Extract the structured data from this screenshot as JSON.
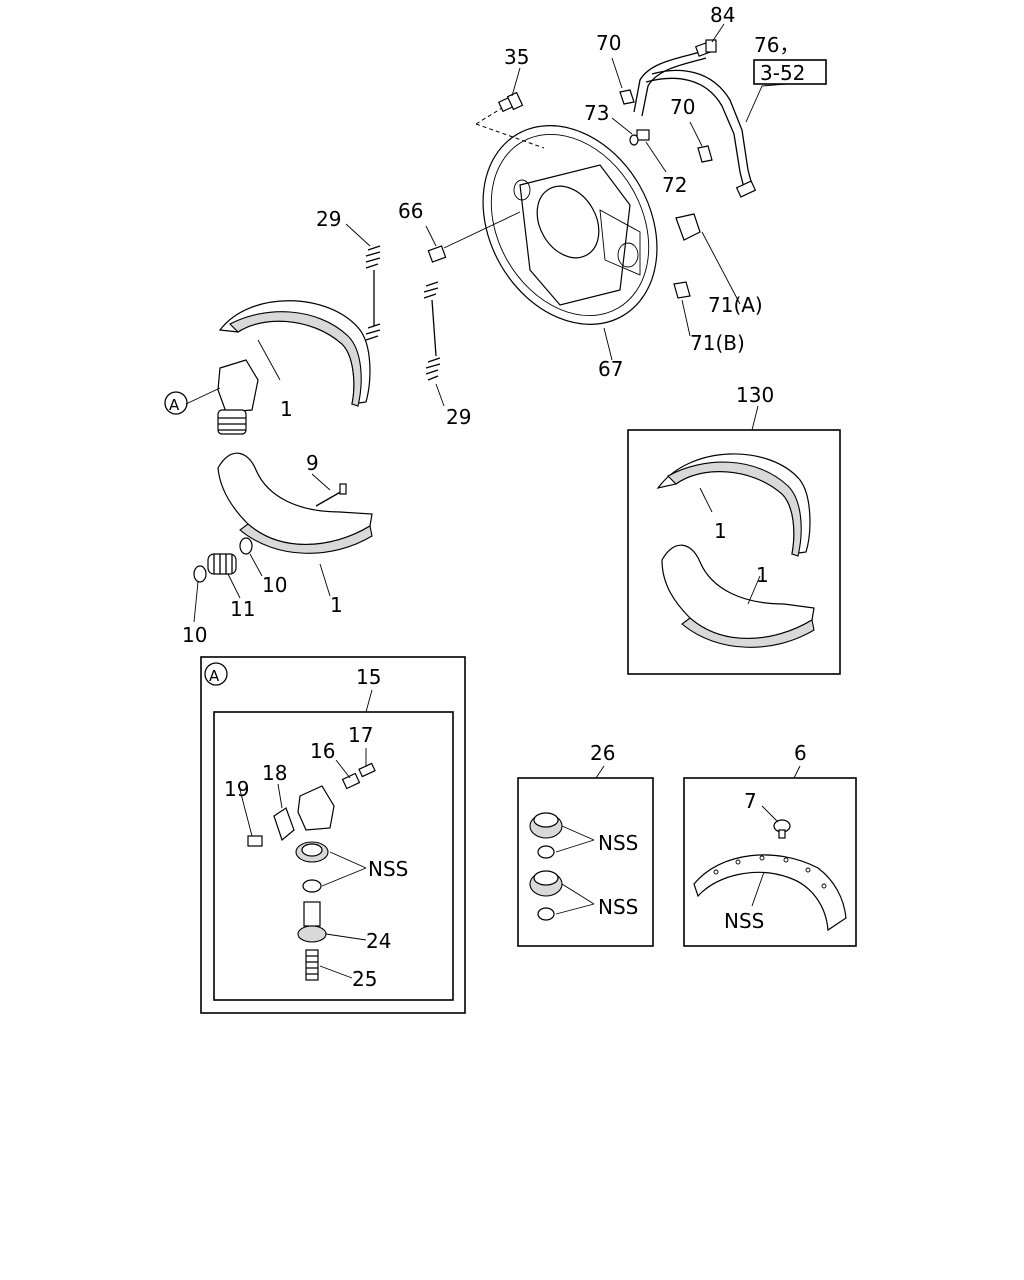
{
  "labels": {
    "p84": "84",
    "p76": "76，",
    "ref352": "3-52",
    "p70a": "70",
    "p35": "35",
    "p73": "73",
    "p70b": "70",
    "p72": "72",
    "p66": "66",
    "p29a": "29",
    "p71a": "71(A)",
    "p71b": "71(B)",
    "p67": "67",
    "p1a": "1",
    "pA": "A",
    "p29b": "29",
    "p130": "130",
    "p9": "9",
    "p1b": "1",
    "p1c": "1",
    "p1d": "1",
    "p10a": "10",
    "p11": "11",
    "p10b": "10",
    "pA2": "A",
    "p15": "15",
    "p17": "17",
    "p16": "16",
    "p18": "18",
    "p19": "19",
    "nss1": "NSS",
    "p24": "24",
    "p25": "25",
    "p26": "26",
    "nss2": "NSS",
    "nss3": "NSS",
    "p6": "6",
    "p7": "7",
    "nss4": "NSS"
  }
}
